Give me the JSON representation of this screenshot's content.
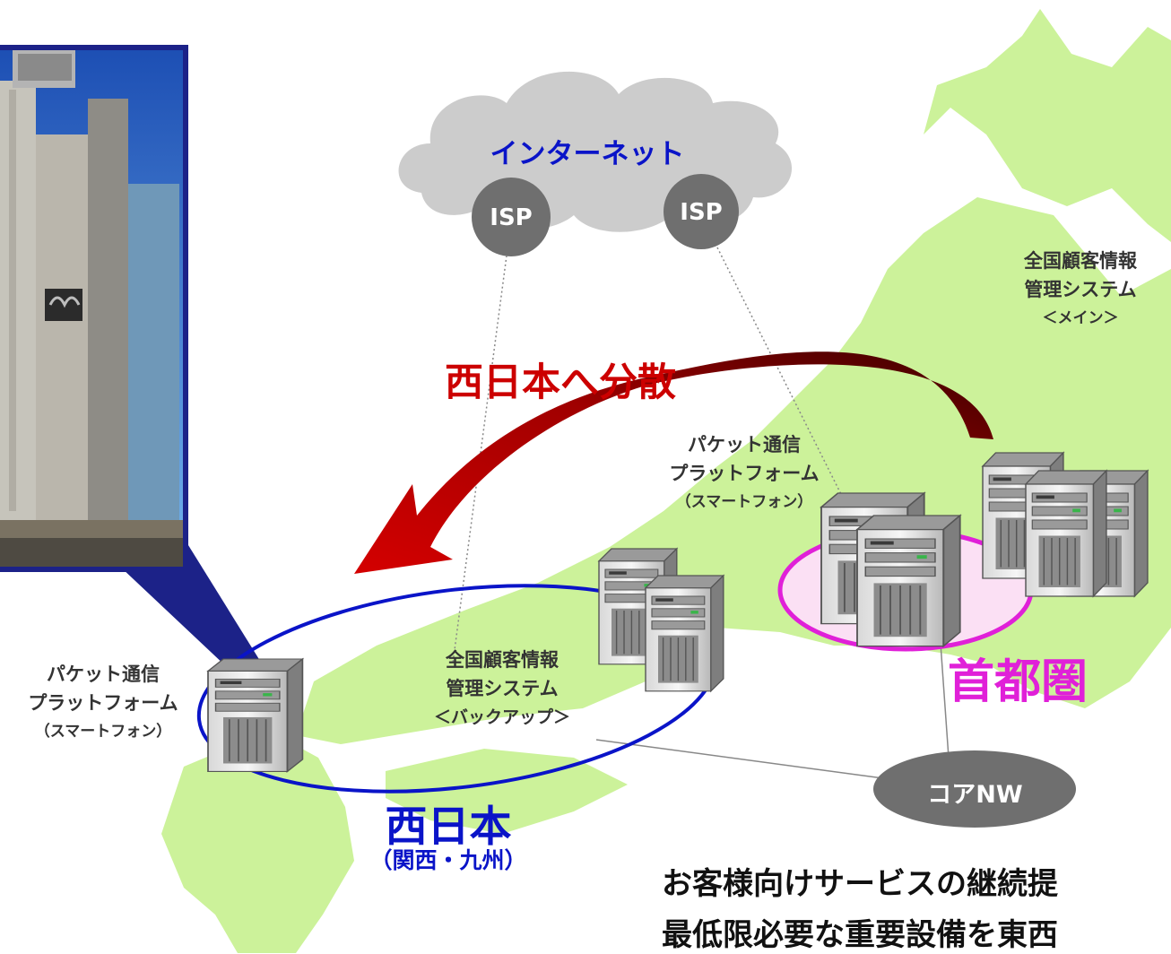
{
  "internet": {
    "title": "インターネット",
    "isp_left": "ISP",
    "isp_right": "ISP"
  },
  "arrow_label": "西日本へ分散",
  "capital": {
    "customer_system": [
      "全国顧客情報",
      "管理システム",
      "＜メイン＞"
    ],
    "packet_platform": [
      "パケット通信",
      "プラットフォーム",
      "（スマートフォン）"
    ],
    "region": "首都圏"
  },
  "west": {
    "customer_system": [
      "全国顧客情報",
      "管理システム",
      "＜バックアップ＞"
    ],
    "packet_platform": [
      "パケット通信",
      "プラットフォーム",
      "（スマートフォン）"
    ],
    "region": "西日本",
    "region_sub": "（関西・九州）"
  },
  "core_network": "コアNW",
  "footer": [
    "お客様向けサービスの継続提",
    "最低限必要な重要設備を東西"
  ],
  "colors": {
    "map": "#ccf29a",
    "west_ring": "#0a14c8",
    "capital_ring": "#e020d8",
    "capital_ring_fill": "#fbe0f4",
    "arrow": "#c00000",
    "arrow_dark": "#5a0000",
    "west_text": "#0a14c8",
    "capital_text": "#e020d8",
    "arrow_text": "#cc0000",
    "internet_text": "#0a14c8",
    "cloud": "#cccccc",
    "isp_bubble": "#6f6f6f",
    "photo_frame": "#1c2288"
  }
}
